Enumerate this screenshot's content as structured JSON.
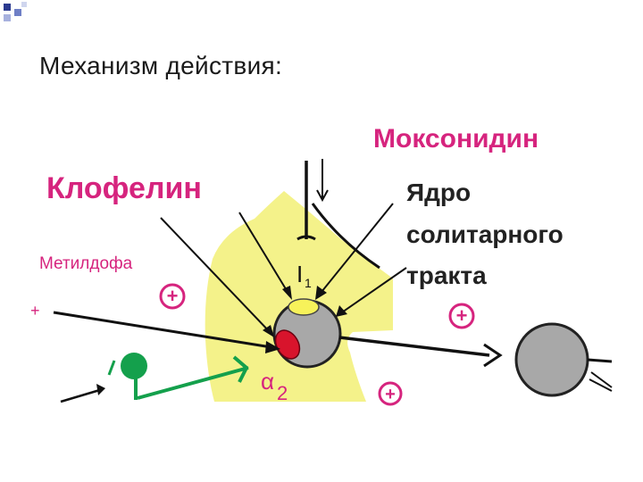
{
  "slide": {
    "title": "Механизм действия:"
  },
  "diagram": {
    "labels": {
      "moxonidine": "Моксонидин",
      "clonidine": "Клофелин",
      "nucleus_line1": "Ядро",
      "nucleus_line2": "солитарного",
      "nucleus_line3": "тракта",
      "methyldopa": "Метилдофа",
      "i1": "I",
      "i1_sub": "1",
      "alpha2": "α",
      "alpha2_sub": "2",
      "plus": "+"
    },
    "colors": {
      "magenta": "#d6247e",
      "yellow_region": "#f4f28a",
      "neuron_gray": "#a8a8a8",
      "green": "#14a04c",
      "red_receptor": "#d8142c",
      "i1_yellow": "#f7f25a"
    }
  }
}
